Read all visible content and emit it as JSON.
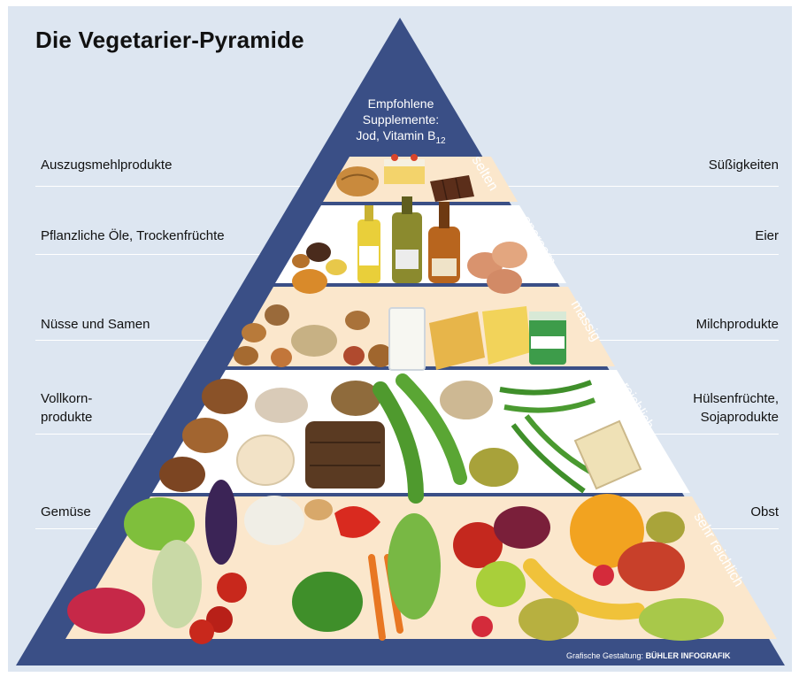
{
  "title": "Die Vegetarier-Pyramide",
  "supplements": {
    "line1": "Empfohlene",
    "line2": "Supplemente:",
    "line3": "Jod, Vitamin B",
    "line3_sub": "12"
  },
  "left_labels": [
    "Auszugsmehlprodukte",
    "Pflanzliche Öle, Trockenfrüchte",
    "Nüsse und Samen",
    "Vollkorn-",
    "produkte",
    "Gemüse"
  ],
  "right_labels": [
    "Süßigkeiten",
    "Eier",
    "Milchprodukte",
    "Hülsenfrüchte,",
    "Sojaprodukte",
    "Obst"
  ],
  "frequency": [
    "selten",
    "sparsam",
    "massig",
    "reichlich",
    "sehr reichlich"
  ],
  "credit": {
    "prefix": "Grafische Gestaltung:",
    "brand": "BÜHLER INFOGRAFIK"
  },
  "colors": {
    "pyramid_navy": "#3a4f86",
    "background": "#dde6f1",
    "tier_cream": "#fbe7cc",
    "tier_white": "#ffffff"
  }
}
